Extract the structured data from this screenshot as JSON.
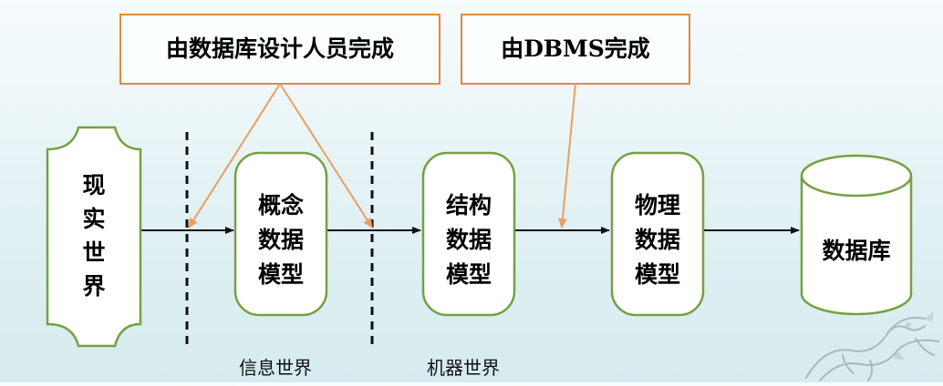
{
  "callouts": {
    "designer": "由数据库设计人员完成",
    "dbms": "由DBMS完成"
  },
  "boxes": {
    "real_world": [
      "现",
      "实",
      "世",
      "界"
    ],
    "conceptual_model": [
      "概念",
      "数据",
      "模型"
    ],
    "structural_model": [
      "结构",
      "数据",
      "模型"
    ],
    "physical_model": [
      "物理",
      "数据",
      "模型"
    ],
    "database": "数据库"
  },
  "world_labels": {
    "information_world": "信息世界",
    "machine_world": "机器世界"
  },
  "colors": {
    "box_stroke": "#76a043",
    "callout_stroke": "#e08a3c",
    "arrow": "#111111",
    "callout_arrow": "#e8a060"
  },
  "icons": {
    "watermark": "dragon-watermark-icon"
  }
}
